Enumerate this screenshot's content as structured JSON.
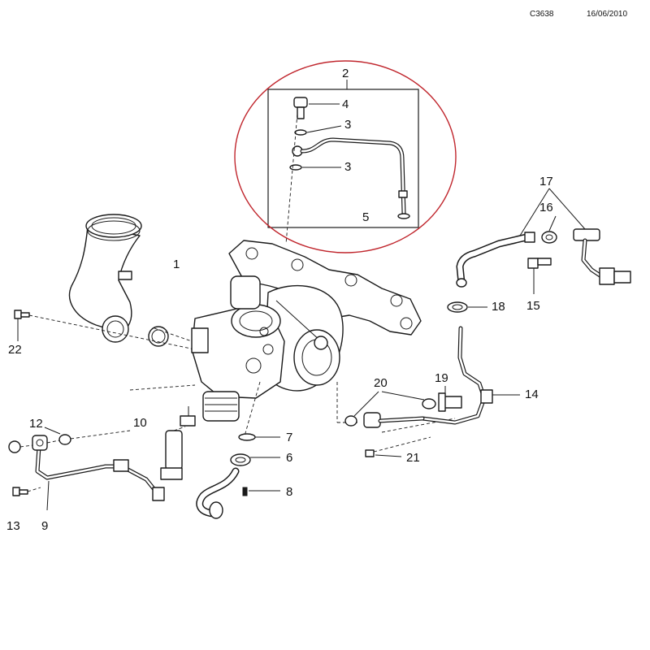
{
  "header": {
    "reference_code": "C3638",
    "date": "16/06/2010"
  },
  "colors": {
    "outline": "#1a1a1a",
    "highlight_circle": "#c0262d",
    "background": "#ffffff"
  },
  "callouts": {
    "turbocharger": "1",
    "oil_feed_pipe_assembly": "2",
    "sealing_washer_upper": "3",
    "sealing_washer_lower": "3",
    "banjo_bolt": "4",
    "oil_feed_pipe": "5",
    "gasket": "6",
    "seal_ring": "7",
    "screw": "8",
    "water_return_pipe": "9",
    "hose_clamp": "10",
    "union_seal": "12",
    "bolt_left": "13",
    "oil_return_pipe": "14",
    "clip_15": "15",
    "clip_16": "16",
    "vacuum_hose": "17",
    "hose_clip": "18",
    "union_fitting": "19",
    "seal_washer_20": "20",
    "bolt_21": "21",
    "stud_bolt": "22"
  },
  "highlight": {
    "label": "highlighted oil feed pipe sub-assembly",
    "callouts_inside": [
      "2",
      "3",
      "4",
      "5"
    ]
  }
}
